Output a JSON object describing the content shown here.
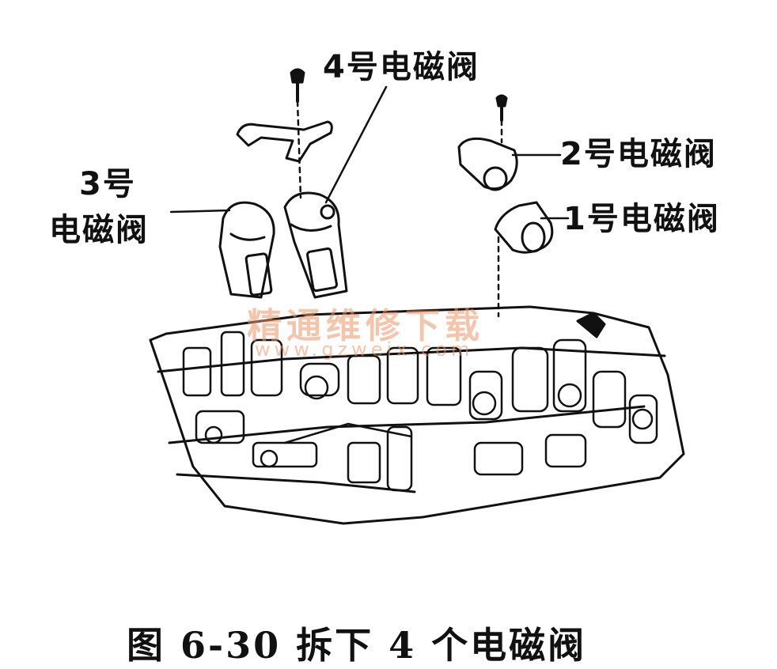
{
  "labels": {
    "solenoid_4": "4号电磁阀",
    "solenoid_3_line1": "3号",
    "solenoid_3_line2": "电磁阀",
    "solenoid_2": "2号电磁阀",
    "solenoid_1": "1号电磁阀"
  },
  "watermark": {
    "text": "精通维修下载",
    "url": "www.gzweix.com"
  },
  "caption": "图 6-30   拆下 4 个电磁阀",
  "colors": {
    "ink": "#111111",
    "watermark": "#eb9664",
    "background": "#ffffff"
  }
}
